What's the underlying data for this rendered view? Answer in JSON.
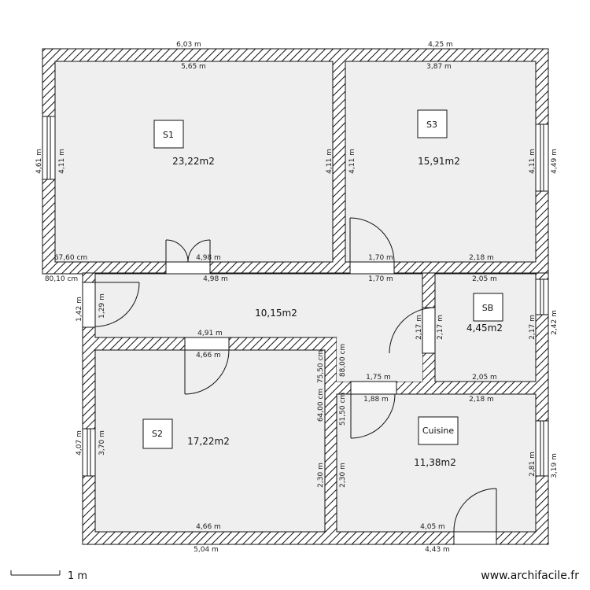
{
  "rooms": {
    "s1": {
      "label": "S1",
      "area": "23,22m2"
    },
    "s3": {
      "label": "S3",
      "area": "15,91m2"
    },
    "sb": {
      "label": "SB",
      "area": "4,45m2"
    },
    "s2": {
      "label": "S2",
      "area": "17,22m2"
    },
    "cuisine": {
      "label": "Cuisine",
      "area": "11,38m2"
    },
    "hall": {
      "area": "10,15m2"
    }
  },
  "dimensions": {
    "top_s1_outer": "6,03 m",
    "top_s1_inner": "5,65 m",
    "top_s3_outer": "4,25 m",
    "top_s3_inner": "3,87 m",
    "s1_left_outer": "4,61 m",
    "s1_left_inner": "4,11 m",
    "s1_right_inner": "4,11 m",
    "s3_left_inner": "4,11 m",
    "s3_right_inner": "4,11 m",
    "s3_right_outer": "4,49 m",
    "s1_bottom_left": "67,60 cm",
    "s1_bottom_right": "4,98 m",
    "s3_bottom_left": "1,70 m",
    "s3_bottom_right": "2,18 m",
    "hall_left_top": "80,10 cm",
    "hall_top_inner": "4,98 m",
    "hall_top_right": "1,70 m",
    "sb_top": "2,05 m",
    "hall_left_outer": "1,42 m",
    "hall_left_inner": "1,29 m",
    "sb_left_outer": "2,17 m",
    "sb_left_inner": "2,17 m",
    "sb_right_inner": "2,17 m",
    "sb_right_outer": "2,42 m",
    "s2_top_outer": "4,91 m",
    "s2_top_inner": "4,66 m",
    "corridor_88": "88,00 cm",
    "corridor_75": "75,50 cm",
    "corridor_64": "64,00 cm",
    "corridor_51": "51,50 cm",
    "sb_bottom": "2,05 m",
    "cuisine_top_left": "1,75 m",
    "cuisine_top_inner": "1,88 m",
    "cuisine_top_right": "2,18 m",
    "s2_left_outer": "4,07 m",
    "s2_left_inner": "3,70 m",
    "s2_right_inner": "2,30 m",
    "cuisine_left_inner": "2,30 m",
    "cuisine_right_inner": "2,81 m",
    "cuisine_right_outer": "3,19 m",
    "s2_bottom_inner": "4,66 m",
    "s2_bottom_outer": "5,04 m",
    "cuisine_bottom_inner": "4,05 m",
    "cuisine_bottom_outer": "4,43 m"
  },
  "scale": {
    "label": "1 m"
  },
  "credit": "www.archifacile.fr"
}
